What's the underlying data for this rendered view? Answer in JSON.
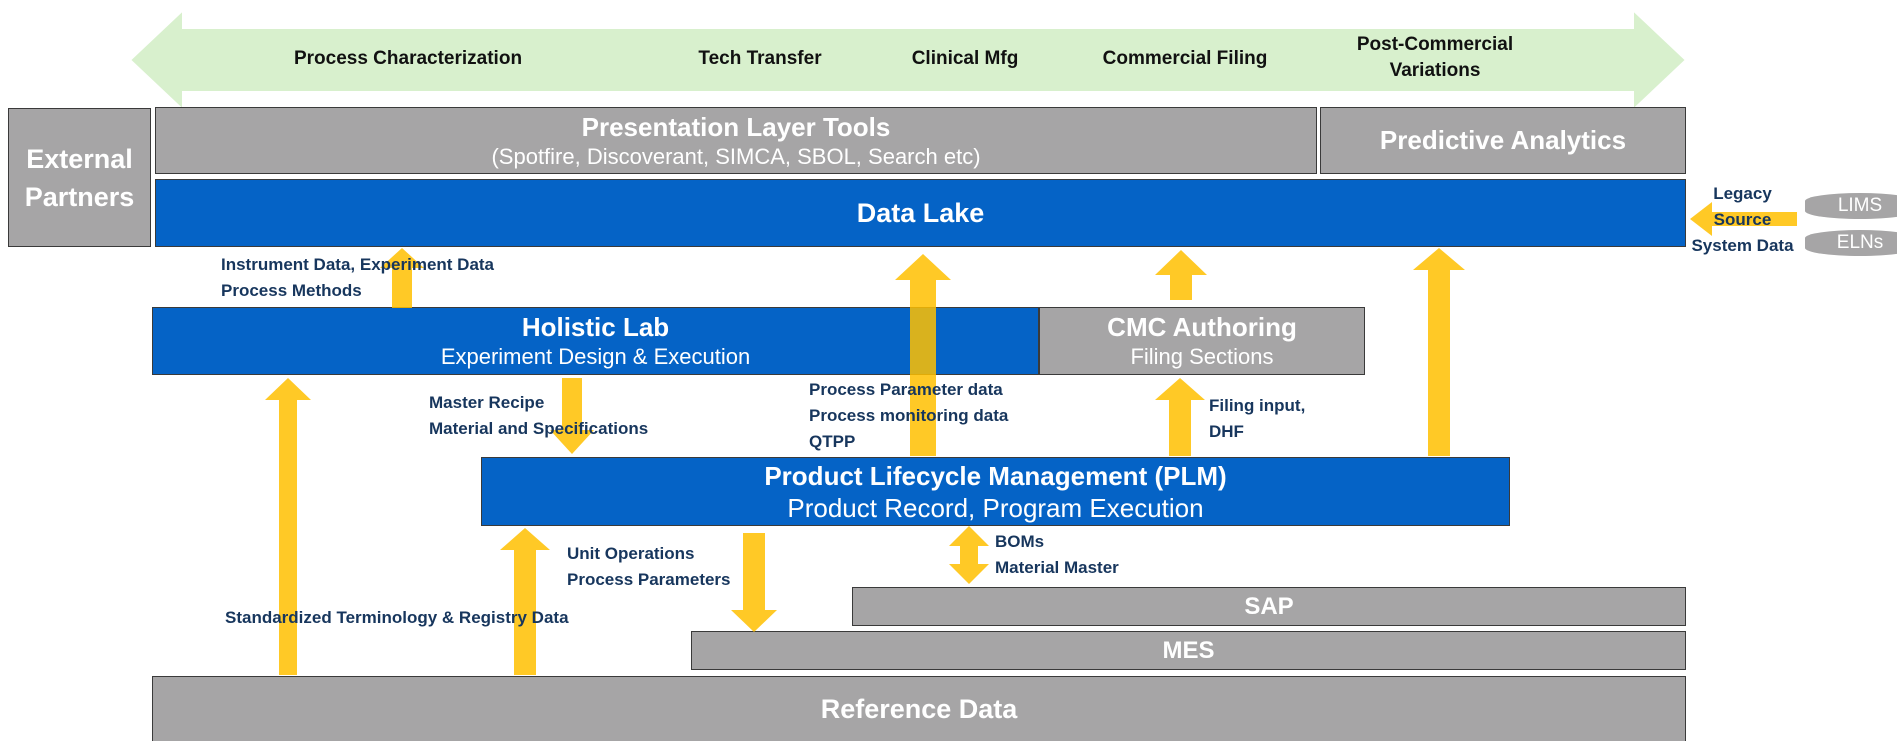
{
  "phases": [
    "Process Characterization",
    "Tech Transfer",
    "Clinical Mfg",
    "Commercial Filing",
    "Post-Commercial Variations"
  ],
  "external": {
    "line1": "External",
    "line2": "Partners"
  },
  "presentation": {
    "title": "Presentation Layer Tools",
    "subtitle": "(Spotfire, Discoverant, SIMCA, SBOL, Search etc)"
  },
  "predictive": {
    "title": "Predictive Analytics"
  },
  "data_lake": {
    "title": "Data Lake"
  },
  "legacy": {
    "line1": "Legacy",
    "line2": "Source",
    "line3": "System Data"
  },
  "sources": [
    "LIMS",
    "ELNs"
  ],
  "holistic_lab": {
    "title": "Holistic Lab",
    "subtitle": "Experiment Design & Execution"
  },
  "cmc": {
    "title": "CMC Authoring",
    "subtitle": "Filing Sections"
  },
  "plm": {
    "title": "Product Lifecycle Management (PLM)",
    "subtitle": "Product Record, Program Execution"
  },
  "sap": {
    "title": "SAP"
  },
  "mes": {
    "title": "MES"
  },
  "reference": {
    "title": "Reference Data"
  },
  "flow_labels": {
    "instrument": [
      "Instrument Data, Experiment Data",
      "Process Methods"
    ],
    "master_recipe": [
      "Master Recipe",
      "Material and Specifications"
    ],
    "process_param": [
      "Process Parameter data",
      "Process monitoring data",
      "QTPP"
    ],
    "filing_input": [
      "Filing input,",
      "DHF"
    ],
    "unit_ops": [
      "Unit Operations",
      "Process Parameters"
    ],
    "boms": [
      "BOMs",
      "Material Master"
    ],
    "terminology": "Standardized Terminology & Registry Data"
  },
  "colors": {
    "blue": "#0563c6",
    "gray": "#a6a5a6",
    "arrow": "#ffc000",
    "phase_band": "#d8f0cd",
    "label": "#17365d"
  }
}
